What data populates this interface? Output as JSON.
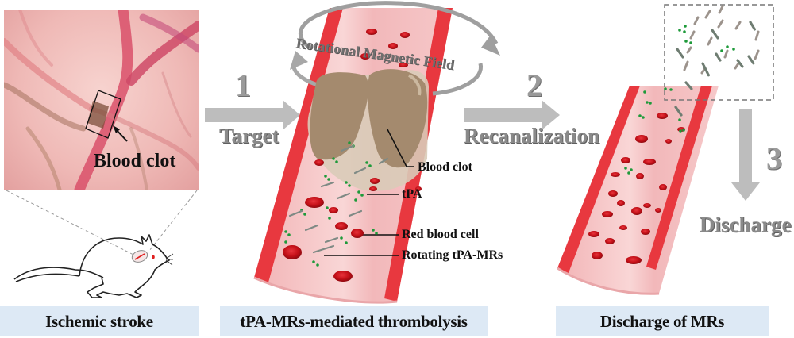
{
  "panels": [
    {
      "id": "ischemic-stroke",
      "caption": "Ischemic stroke"
    },
    {
      "id": "thrombolysis",
      "caption": "tPA-MRs-mediated thrombolysis"
    },
    {
      "id": "discharge",
      "caption": "Discharge of MRs"
    }
  ],
  "photo": {
    "annotation": "Blood clot"
  },
  "steps": [
    {
      "number": "1",
      "label": "Target"
    },
    {
      "number": "2",
      "label": "Recanalization"
    },
    {
      "number": "3",
      "label": "Discharge"
    }
  ],
  "field_label": "Rotational Magnetic Field",
  "callouts": {
    "blood_clot": "Blood clot",
    "tpa": "tPA",
    "rbc": "Red blood cell",
    "rotating": "Rotating tPA-MRs"
  },
  "colors": {
    "vessel_wall": "#e8383f",
    "vessel_lumen": "#f6c4c4",
    "clot": "#a48a6e",
    "rbc": "#c8101a",
    "tpa": "#1e9a3a",
    "arrow": "#bdbdbd",
    "caption_bg": "#dde9f5"
  }
}
